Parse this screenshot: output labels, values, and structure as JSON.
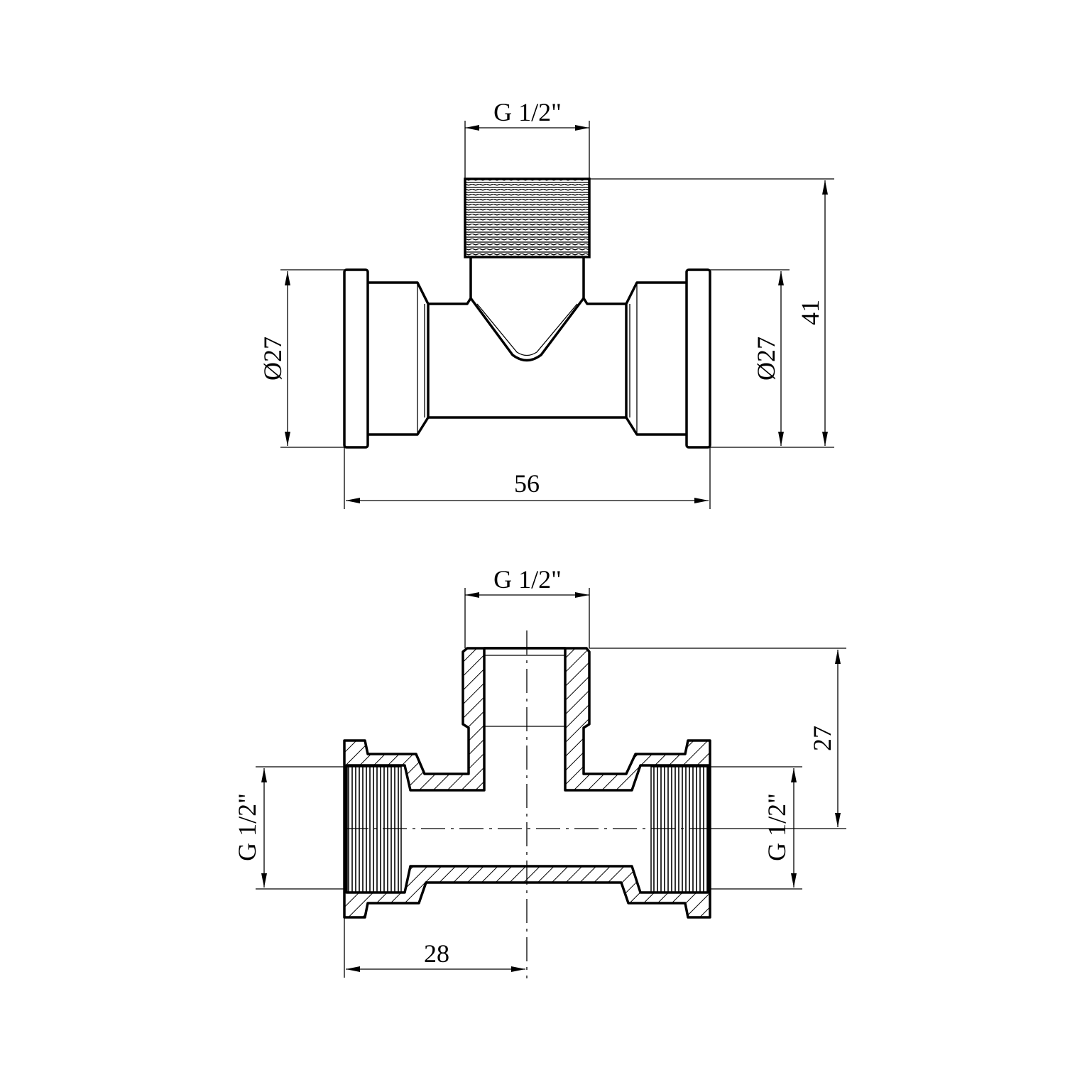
{
  "top_view": {
    "branch_thread_label": "G 1/2\"",
    "height_label": "41",
    "left_diameter_label": "Ø27",
    "right_diameter_label": "Ø27",
    "width_label": "56"
  },
  "section_view": {
    "branch_thread_label": "G 1/2\"",
    "branch_height_label": "27",
    "left_thread_label": "G 1/2\"",
    "right_thread_label": "G 1/2\"",
    "half_length_label": "28"
  }
}
